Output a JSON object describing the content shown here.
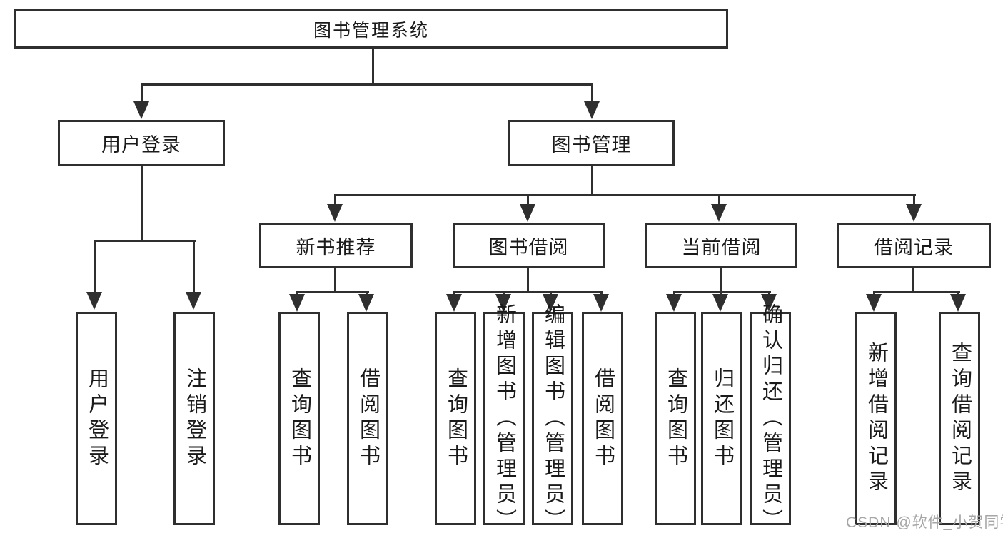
{
  "diagram": {
    "root": {
      "label": "图书管理系统"
    },
    "branches": [
      {
        "label": "用户登录"
      },
      {
        "label": "图书管理"
      }
    ],
    "modules": [
      {
        "label": "新书推荐"
      },
      {
        "label": "图书借阅"
      },
      {
        "label": "当前借阅"
      },
      {
        "label": "借阅记录"
      }
    ],
    "leaves": [
      {
        "label": "用户登录"
      },
      {
        "label": "注销登录"
      },
      {
        "label": "查询图书"
      },
      {
        "label": "借阅图书"
      },
      {
        "label": "查询图书"
      },
      {
        "label": "新增图书（管理员）"
      },
      {
        "label": "编辑图书（管理员）"
      },
      {
        "label": "借阅图书"
      },
      {
        "label": "查询图书"
      },
      {
        "label": "归还图书"
      },
      {
        "label": "确认归还（管理员）"
      },
      {
        "label": "新增借阅记录"
      },
      {
        "label": "查询借阅记录"
      }
    ]
  },
  "watermark": {
    "text": "CSDN @软件_小贺同学"
  },
  "colors": {
    "line": "#2f2f2f",
    "text": "#1a1a1a",
    "watermark": "#a6a6a6",
    "background": "#ffffff"
  }
}
